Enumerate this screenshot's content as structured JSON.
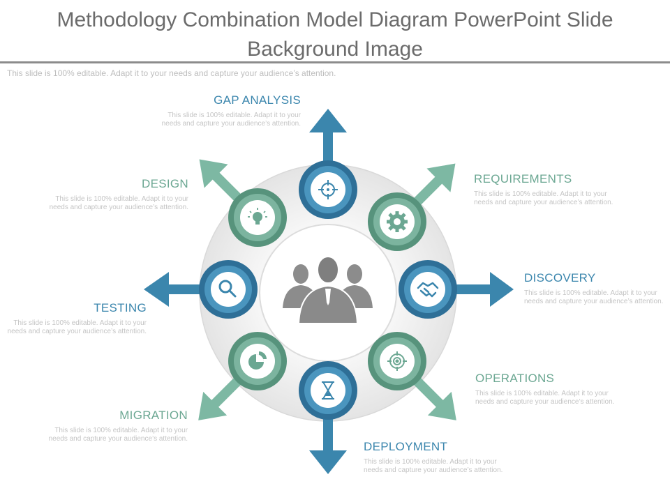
{
  "slide": {
    "title": "Methodology Combination Model Diagram PowerPoint Slide Background Image",
    "subtitle": "This slide is 100% editable. Adapt it to your needs and capture your audience’s attention."
  },
  "colors": {
    "blue": "#3b86ad",
    "green": "#6ba792",
    "ring": "#efefef",
    "center_icon": "#8c8c8c"
  },
  "center": {
    "icon": "people-group-icon"
  },
  "items": [
    {
      "title": "GAP ANALYSIS",
      "desc": "This slide is 100% editable. Adapt it to your needs and capture your audience’s attention.",
      "icon": "crosshair-icon",
      "color": "blue"
    },
    {
      "title": "REQUIREMENTS",
      "desc": "This slide is 100% editable. Adapt it to your needs and capture your audience’s attention.",
      "icon": "gear-icon",
      "color": "green"
    },
    {
      "title": "DISCOVERY",
      "desc": "This slide is 100% editable. Adapt it to your needs and capture your audience’s attention.",
      "icon": "handshake-icon",
      "color": "blue"
    },
    {
      "title": "OPERATIONS",
      "desc": "This slide is 100% editable. Adapt it to your needs and capture your audience’s attention.",
      "icon": "target-icon",
      "color": "green"
    },
    {
      "title": "DEPLOYMENT",
      "desc": "This slide is 100% editable. Adapt it to your needs and capture your audience’s attention.",
      "icon": "hourglass-icon",
      "color": "blue"
    },
    {
      "title": "MIGRATION",
      "desc": "This slide is 100% editable. Adapt it to your needs and capture your audience’s attention.",
      "icon": "pie-chart-icon",
      "color": "green"
    },
    {
      "title": "TESTING",
      "desc": "This slide is 100% editable. Adapt it to your needs and capture your audience’s attention.",
      "icon": "magnifier-icon",
      "color": "blue"
    },
    {
      "title": "DESIGN",
      "desc": "This slide is 100% editable. Adapt it to your needs and capture your audience’s attention.",
      "icon": "lightbulb-icon",
      "color": "green"
    }
  ]
}
